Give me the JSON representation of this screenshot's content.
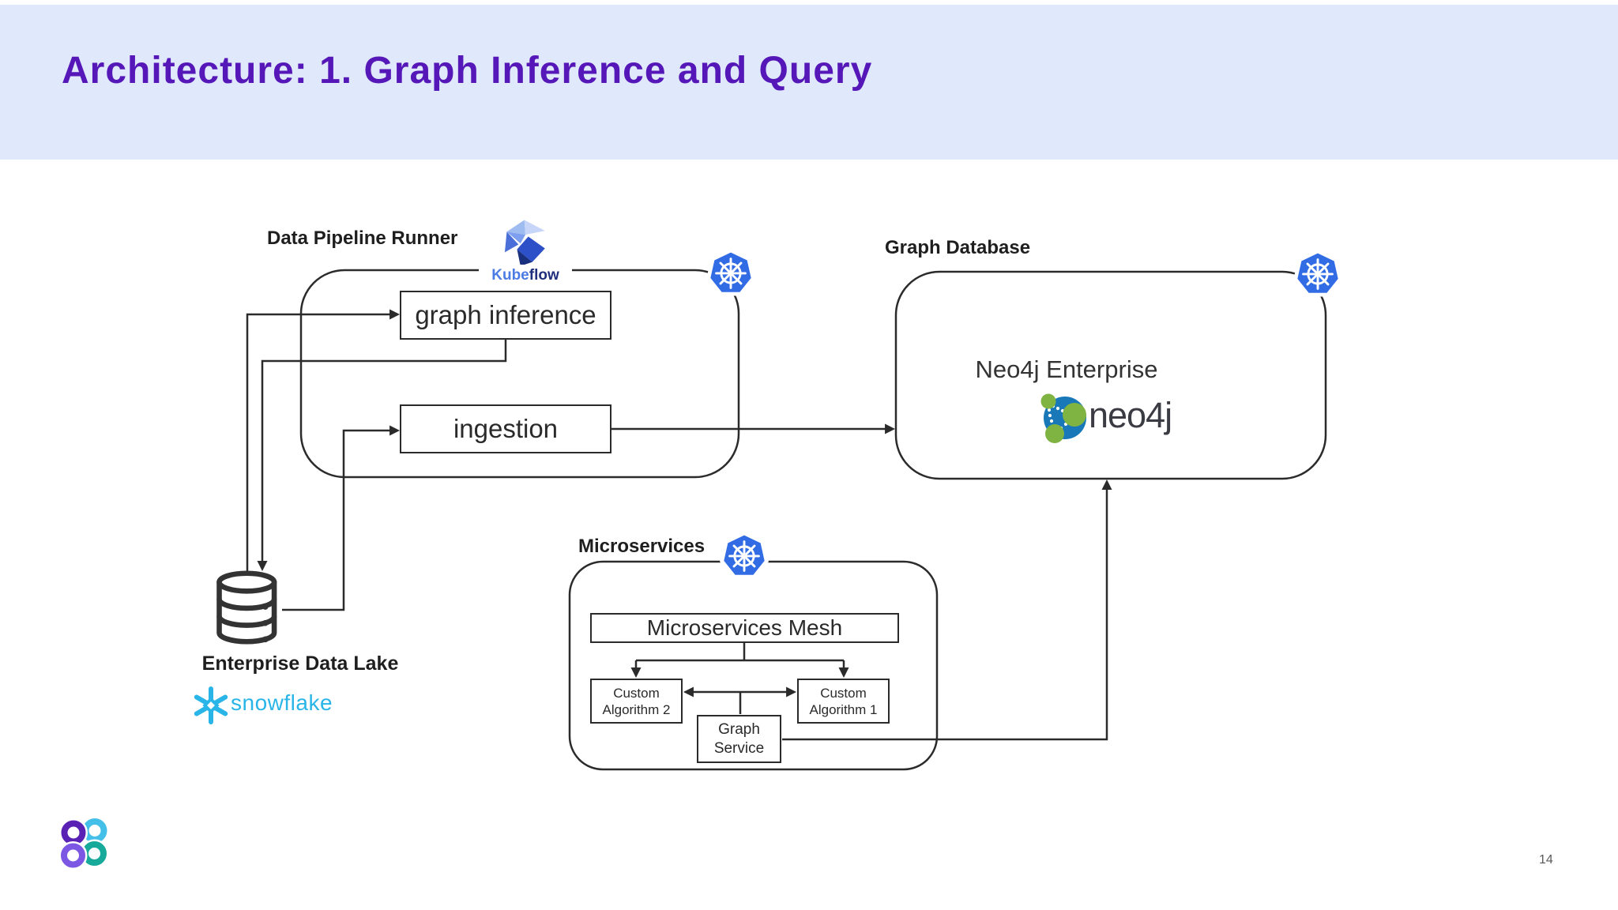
{
  "slide": {
    "title": "Architecture: 1. Graph Inference and Query",
    "page_number": "14"
  },
  "pipeline": {
    "label": "Data Pipeline Runner",
    "kubeflow_kube": "Kube",
    "kubeflow_flow": "flow",
    "graph_inference": "graph inference",
    "ingestion": "ingestion"
  },
  "graph_db": {
    "label": "Graph Database",
    "product": "Neo4j Enterprise",
    "wordmark": "neo4j"
  },
  "data_lake": {
    "label": "Enterprise Data Lake",
    "wordmark": "snowflake"
  },
  "microservices": {
    "label": "Microservices",
    "mesh": "Microservices Mesh",
    "algorithm2": "Custom Algorithm 2",
    "algorithm1": "Custom Algorithm 1",
    "graph_service": "Graph Service"
  },
  "icons": {
    "kubernetes": "kubernetes-icon",
    "kubeflow": "kubeflow-logo",
    "neo4j": "neo4j-logo",
    "snowflake": "snowflake-logo",
    "database": "database-cylinder-icon",
    "company": "clover-rings-logo"
  },
  "colors": {
    "header_band": "#dfe9fb",
    "title": "#5617b8",
    "line": "#2b2b2b",
    "kubernetes_blue": "#326ce5",
    "snowflake_blue": "#29b5e8",
    "neo4j_blue": "#1878b8",
    "neo4j_green": "#7fb342",
    "clover_purple": "#5a21b5",
    "clover_cyan": "#44bfe8",
    "clover_violet": "#7b57e3",
    "clover_teal": "#17a99a"
  }
}
